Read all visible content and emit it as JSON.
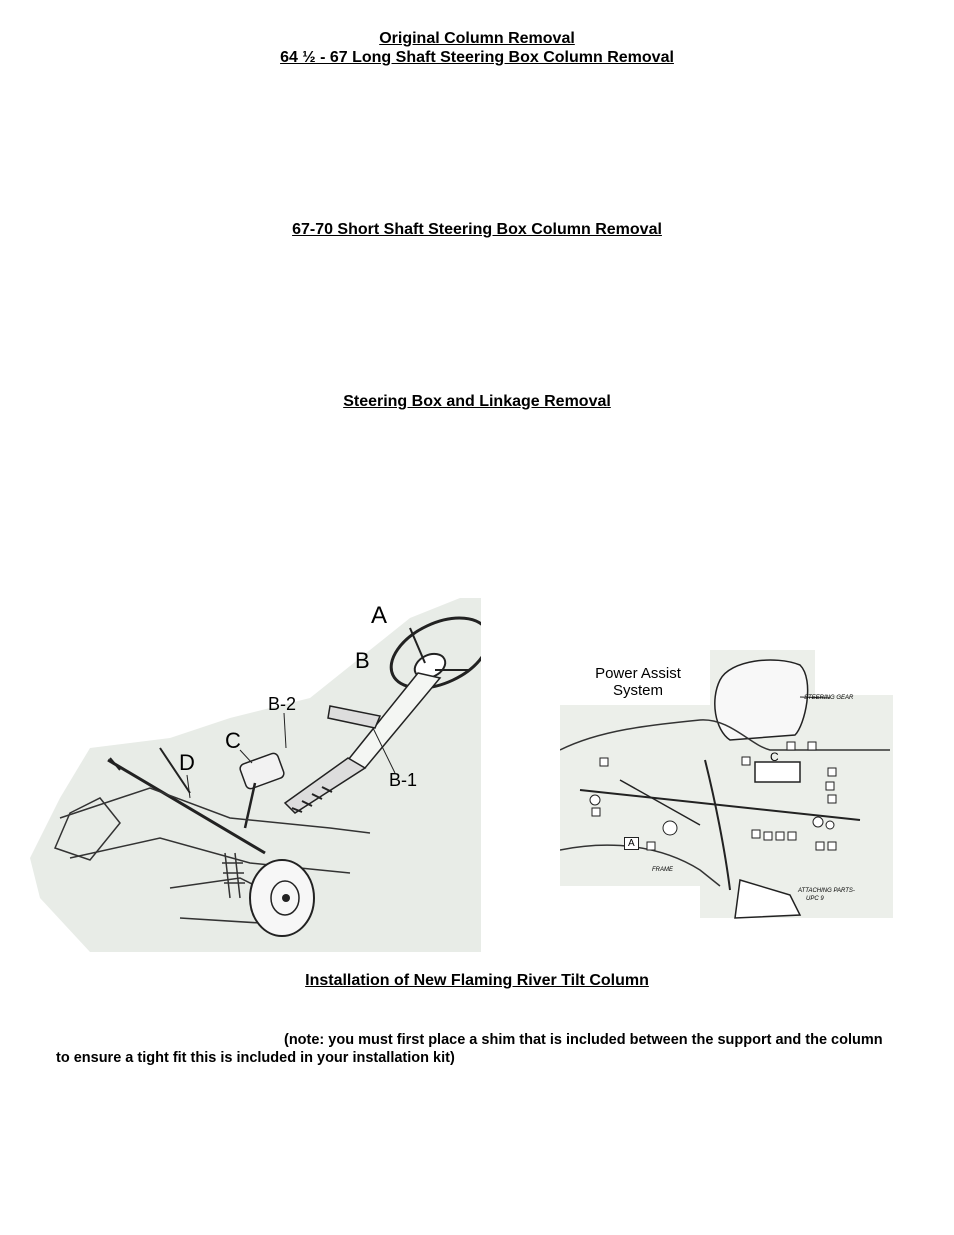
{
  "headings": {
    "original_removal": "Original Column Removal",
    "long_shaft": "64 ½ - 67 Long Shaft Steering Box Column Removal",
    "short_shaft": "67-70 Short Shaft Steering Box Column Removal",
    "box_linkage": "Steering Box and Linkage Removal",
    "installation": "Installation of New Flaming River Tilt Column"
  },
  "note": "(note: you must first place a shim that is included between the support and the column to ensure a tight fit this is included in your installation kit)",
  "figure_left": {
    "labels": {
      "a": "A",
      "b": "B",
      "b2": "B-2",
      "b1": "B-1",
      "c": "C",
      "d": "D"
    }
  },
  "figure_right": {
    "title_line1": "Power Assist",
    "title_line2": "System",
    "steering_gear": "STEERING GEAR",
    "frame": "FRAME",
    "attaching": "ATTACHING PARTS-",
    "upc": "UPC 9",
    "mark_a": "A",
    "mark_c": "C"
  }
}
